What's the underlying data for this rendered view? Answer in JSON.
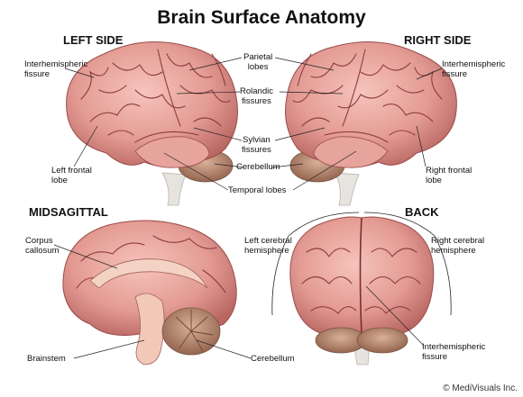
{
  "title": "Brain Surface Anatomy",
  "views": {
    "left_side": "LEFT SIDE",
    "right_side": "RIGHT SIDE",
    "midsagittal": "MIDSAGITTAL",
    "back": "BACK"
  },
  "labels": {
    "interhemispheric_left": [
      "Interhemispheric",
      "fissure"
    ],
    "parietal": [
      "Parietal",
      "lobes"
    ],
    "interhemispheric_right": [
      "Interhemispheric",
      "fissure"
    ],
    "rolandic": [
      "Rolandic",
      "fissures"
    ],
    "sylvian": [
      "Sylvian",
      "fissures"
    ],
    "cerebellum_top": "Cerebellum",
    "temporal": "Temporal lobes",
    "left_frontal": [
      "Left frontal",
      "lobe"
    ],
    "right_frontal": [
      "Right frontal",
      "lobe"
    ],
    "corpus": [
      "Corpus",
      "callosum"
    ],
    "left_cerebral": [
      "Left cerebral",
      "hemisphere"
    ],
    "right_cerebral": [
      "Right cerebral",
      "hemisphere"
    ],
    "brainstem": "Brainstem",
    "cerebellum_bottom": "Cerebellum",
    "interhemispheric_back": [
      "Interhemispheric",
      "fissure"
    ]
  },
  "copyright": "© MediVisuals Inc.",
  "colors": {
    "cortex": "#e8a19a",
    "cortex_shadow": "#b85f5c",
    "sulcus": "#8e3c3e",
    "cerebellum": "#b98a72",
    "brainstem": "#f2c9b8",
    "corpus": "#f4d3c4",
    "spine": "#e7e4df"
  }
}
